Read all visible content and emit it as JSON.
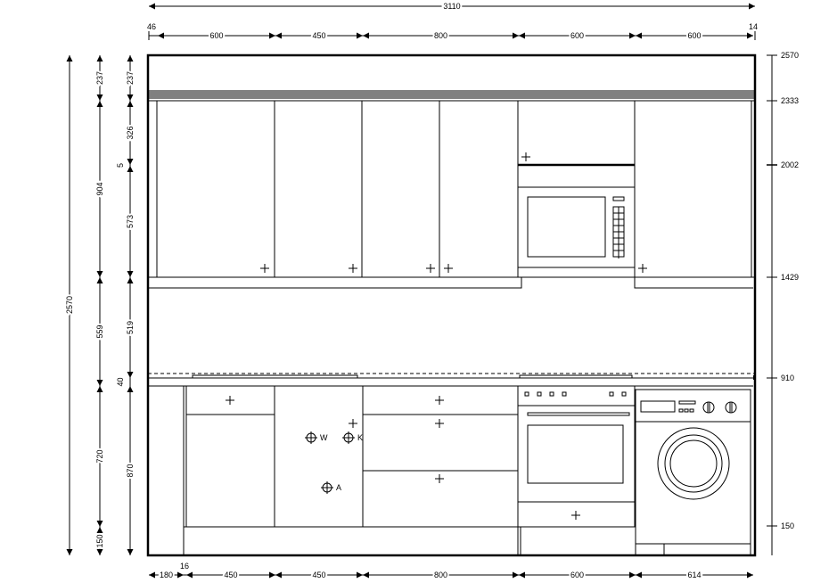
{
  "drawing": {
    "total_width_label": "3110",
    "top_dims": [
      "46",
      "600",
      "450",
      "800",
      "600",
      "600",
      "14"
    ],
    "bottom_dims": [
      "180",
      "16",
      "450",
      "450",
      "800",
      "600",
      "614"
    ],
    "left_total": "2570",
    "left_dims_outer": [
      "237",
      "904",
      "559",
      "720",
      "150"
    ],
    "left_dims_inner": [
      "237",
      "326",
      "5",
      "573",
      "519",
      "40",
      "870"
    ],
    "levels": [
      "2570",
      "2333",
      "2002",
      "1429",
      "910",
      "150"
    ],
    "connection_labels": [
      "W",
      "K",
      "A"
    ]
  },
  "colors": {
    "line": "#000000",
    "background": "#ffffff"
  }
}
